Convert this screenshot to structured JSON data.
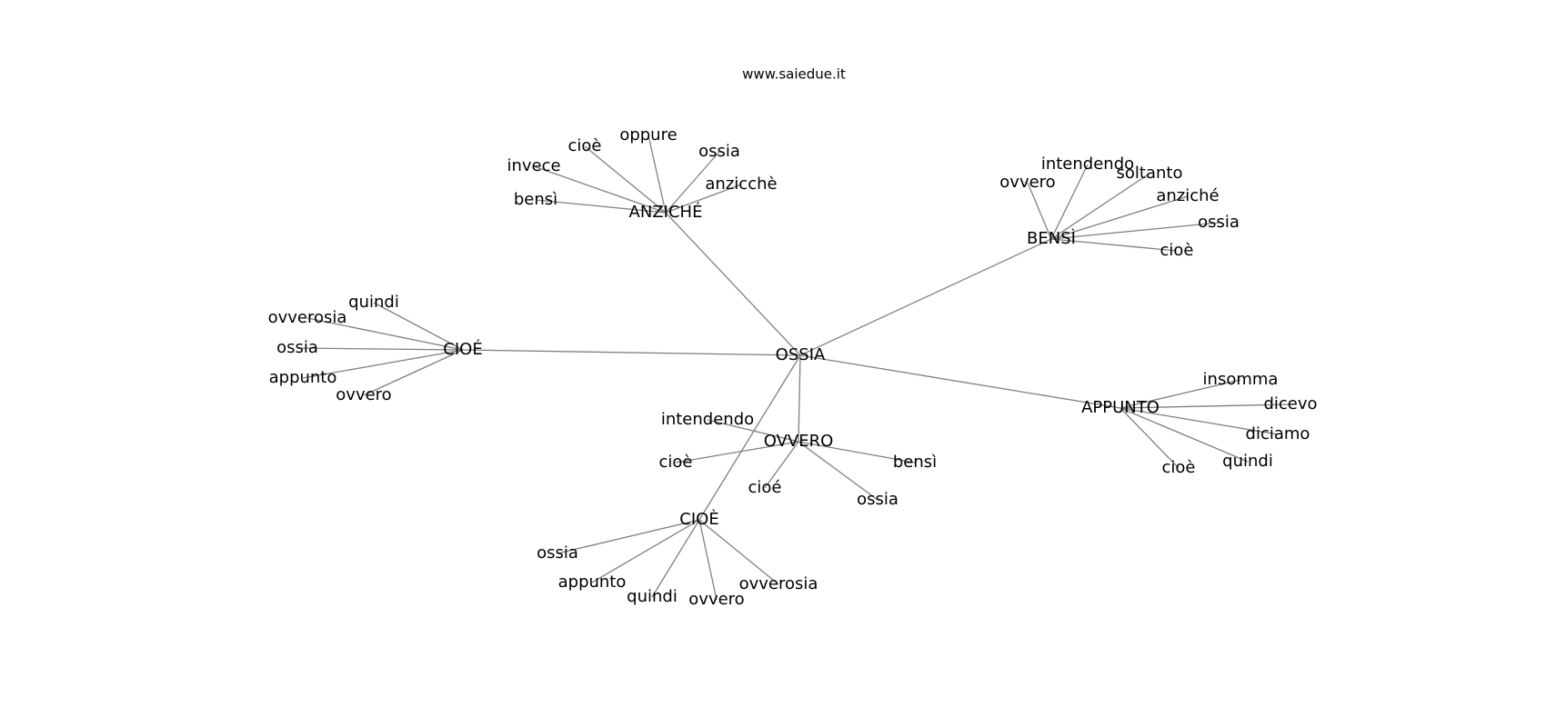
{
  "header": {
    "site": "www.saiedue.it"
  },
  "graph": {
    "edge_color": "#808080",
    "text_color": "#000000",
    "root": "OSSIA",
    "hubs": [
      {
        "id": "anziche",
        "label": "ANZICHÉ",
        "leaves": [
          "invece",
          "cioè",
          "oppure",
          "ossia",
          "anzicchè",
          "bensì"
        ]
      },
      {
        "id": "bensi",
        "label": "BENSÌ",
        "leaves": [
          "ovvero",
          "intendendo",
          "soltanto",
          "anziché",
          "ossia",
          "cioè"
        ]
      },
      {
        "id": "cioe-acute",
        "label": "CIOÉ",
        "leaves": [
          "quindi",
          "ovverosia",
          "ossia",
          "appunto",
          "ovvero"
        ]
      },
      {
        "id": "appunto",
        "label": "APPUNTO",
        "leaves": [
          "insomma",
          "dicevo",
          "diciamo",
          "quindi",
          "cioè"
        ]
      },
      {
        "id": "ovvero",
        "label": "OVVERO",
        "leaves": [
          "intendendo",
          "cioè",
          "cioé",
          "ossia",
          "bensì"
        ]
      },
      {
        "id": "cioe-grave",
        "label": "CIOÈ",
        "leaves": [
          "ossia",
          "appunto",
          "quindi",
          "ovvero",
          "ovverosia"
        ]
      }
    ]
  }
}
